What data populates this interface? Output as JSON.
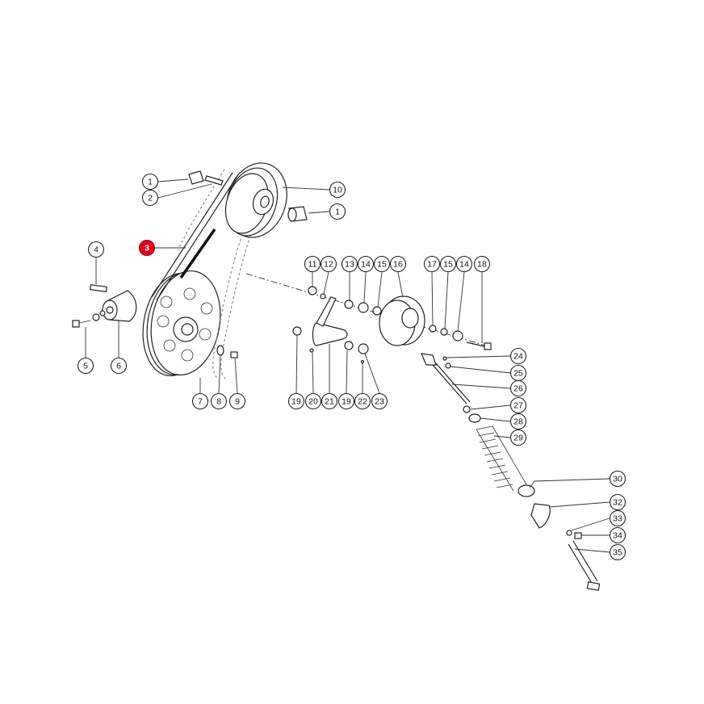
{
  "callouts": [
    {
      "id": "c1a",
      "label": "1"
    },
    {
      "id": "c2",
      "label": "2"
    },
    {
      "id": "c10",
      "label": "10"
    },
    {
      "id": "c1b",
      "label": "1"
    },
    {
      "id": "c3",
      "label": "3",
      "highlight": true
    },
    {
      "id": "c4",
      "label": "4"
    },
    {
      "id": "c5",
      "label": "5"
    },
    {
      "id": "c6",
      "label": "6"
    },
    {
      "id": "c7",
      "label": "7"
    },
    {
      "id": "c8",
      "label": "8"
    },
    {
      "id": "c9",
      "label": "9"
    },
    {
      "id": "c11",
      "label": "11"
    },
    {
      "id": "c12",
      "label": "12"
    },
    {
      "id": "c13",
      "label": "13"
    },
    {
      "id": "c14a",
      "label": "14"
    },
    {
      "id": "c15a",
      "label": "15"
    },
    {
      "id": "c16",
      "label": "16"
    },
    {
      "id": "c17",
      "label": "17"
    },
    {
      "id": "c15b",
      "label": "15"
    },
    {
      "id": "c14b",
      "label": "14"
    },
    {
      "id": "c18",
      "label": "18"
    },
    {
      "id": "c19a",
      "label": "19"
    },
    {
      "id": "c20",
      "label": "20"
    },
    {
      "id": "c21",
      "label": "21"
    },
    {
      "id": "c19b",
      "label": "19"
    },
    {
      "id": "c22",
      "label": "22"
    },
    {
      "id": "c23",
      "label": "23"
    },
    {
      "id": "c24",
      "label": "24"
    },
    {
      "id": "c25",
      "label": "25"
    },
    {
      "id": "c26",
      "label": "26"
    },
    {
      "id": "c27",
      "label": "27"
    },
    {
      "id": "c28",
      "label": "28"
    },
    {
      "id": "c29",
      "label": "29"
    },
    {
      "id": "c30",
      "label": "30"
    },
    {
      "id": "c32",
      "label": "32"
    },
    {
      "id": "c33",
      "label": "33"
    },
    {
      "id": "c34",
      "label": "34"
    },
    {
      "id": "c35",
      "label": "35"
    }
  ],
  "highlight_color": "#e3001b"
}
